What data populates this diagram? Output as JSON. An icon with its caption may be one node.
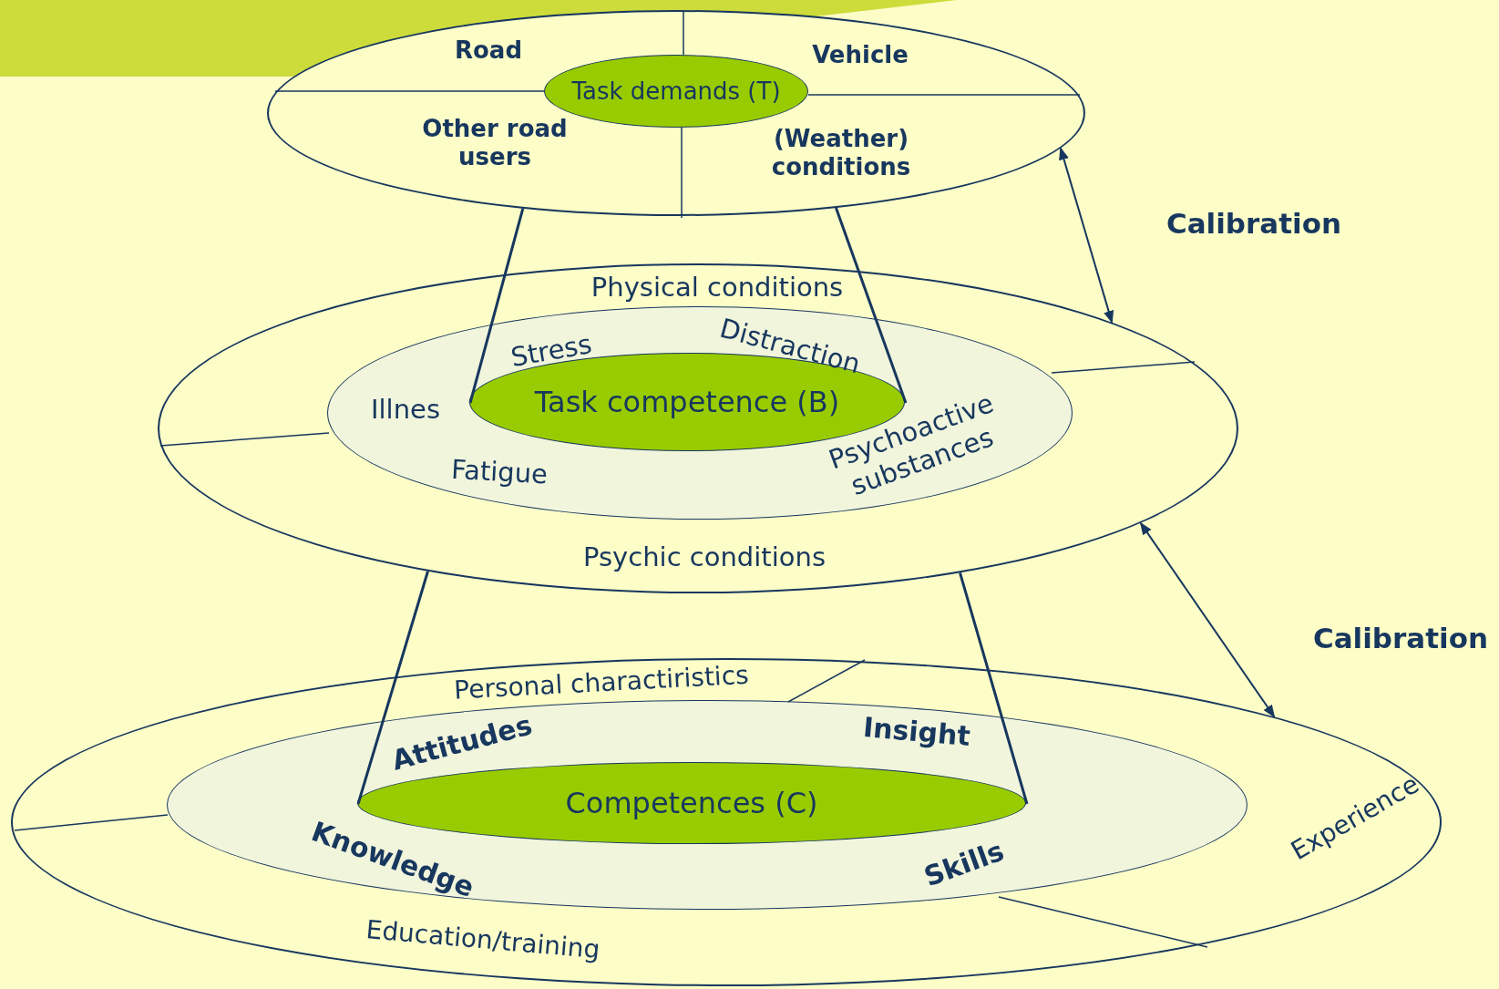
{
  "diagram": {
    "nodes": [
      {
        "text": [
          "Road",
          "Vehicle",
          "Other road users",
          "(Weather) conditions"
        ]
      },
      {
        "text": [
          "Task demands (T)"
        ],
        "in": 0
      },
      {
        "text": [
          "Physical conditions",
          "Psychic conditions"
        ]
      },
      {
        "text": [
          "Stress",
          "Distraction",
          "Illnes",
          "Fatigue",
          "Psychoactive substances"
        ],
        "in": 2
      },
      {
        "text": [
          "Task competence (B)"
        ],
        "in": 3
      },
      {
        "text": [
          "Personal charactiristics",
          "Experience",
          "Education/training"
        ]
      },
      {
        "text": [
          "Attitudes",
          "Insight",
          "Knowledge",
          "Skills"
        ],
        "in": 5
      },
      {
        "text": [
          "Competences (C)"
        ],
        "in": 6
      }
    ],
    "edges": [
      {
        "from": 0,
        "to": 4,
        "arrow": "none"
      },
      {
        "from": 0,
        "to": 4,
        "arrow": "none"
      },
      {
        "from": 2,
        "to": 7,
        "arrow": "none"
      },
      {
        "from": 2,
        "to": 7,
        "arrow": "none"
      },
      {
        "from": 0,
        "to": 2,
        "arrow": "both",
        "label": "Calibration"
      },
      {
        "from": 2,
        "to": 5,
        "arrow": "both",
        "label": "Calibration"
      }
    ]
  }
}
